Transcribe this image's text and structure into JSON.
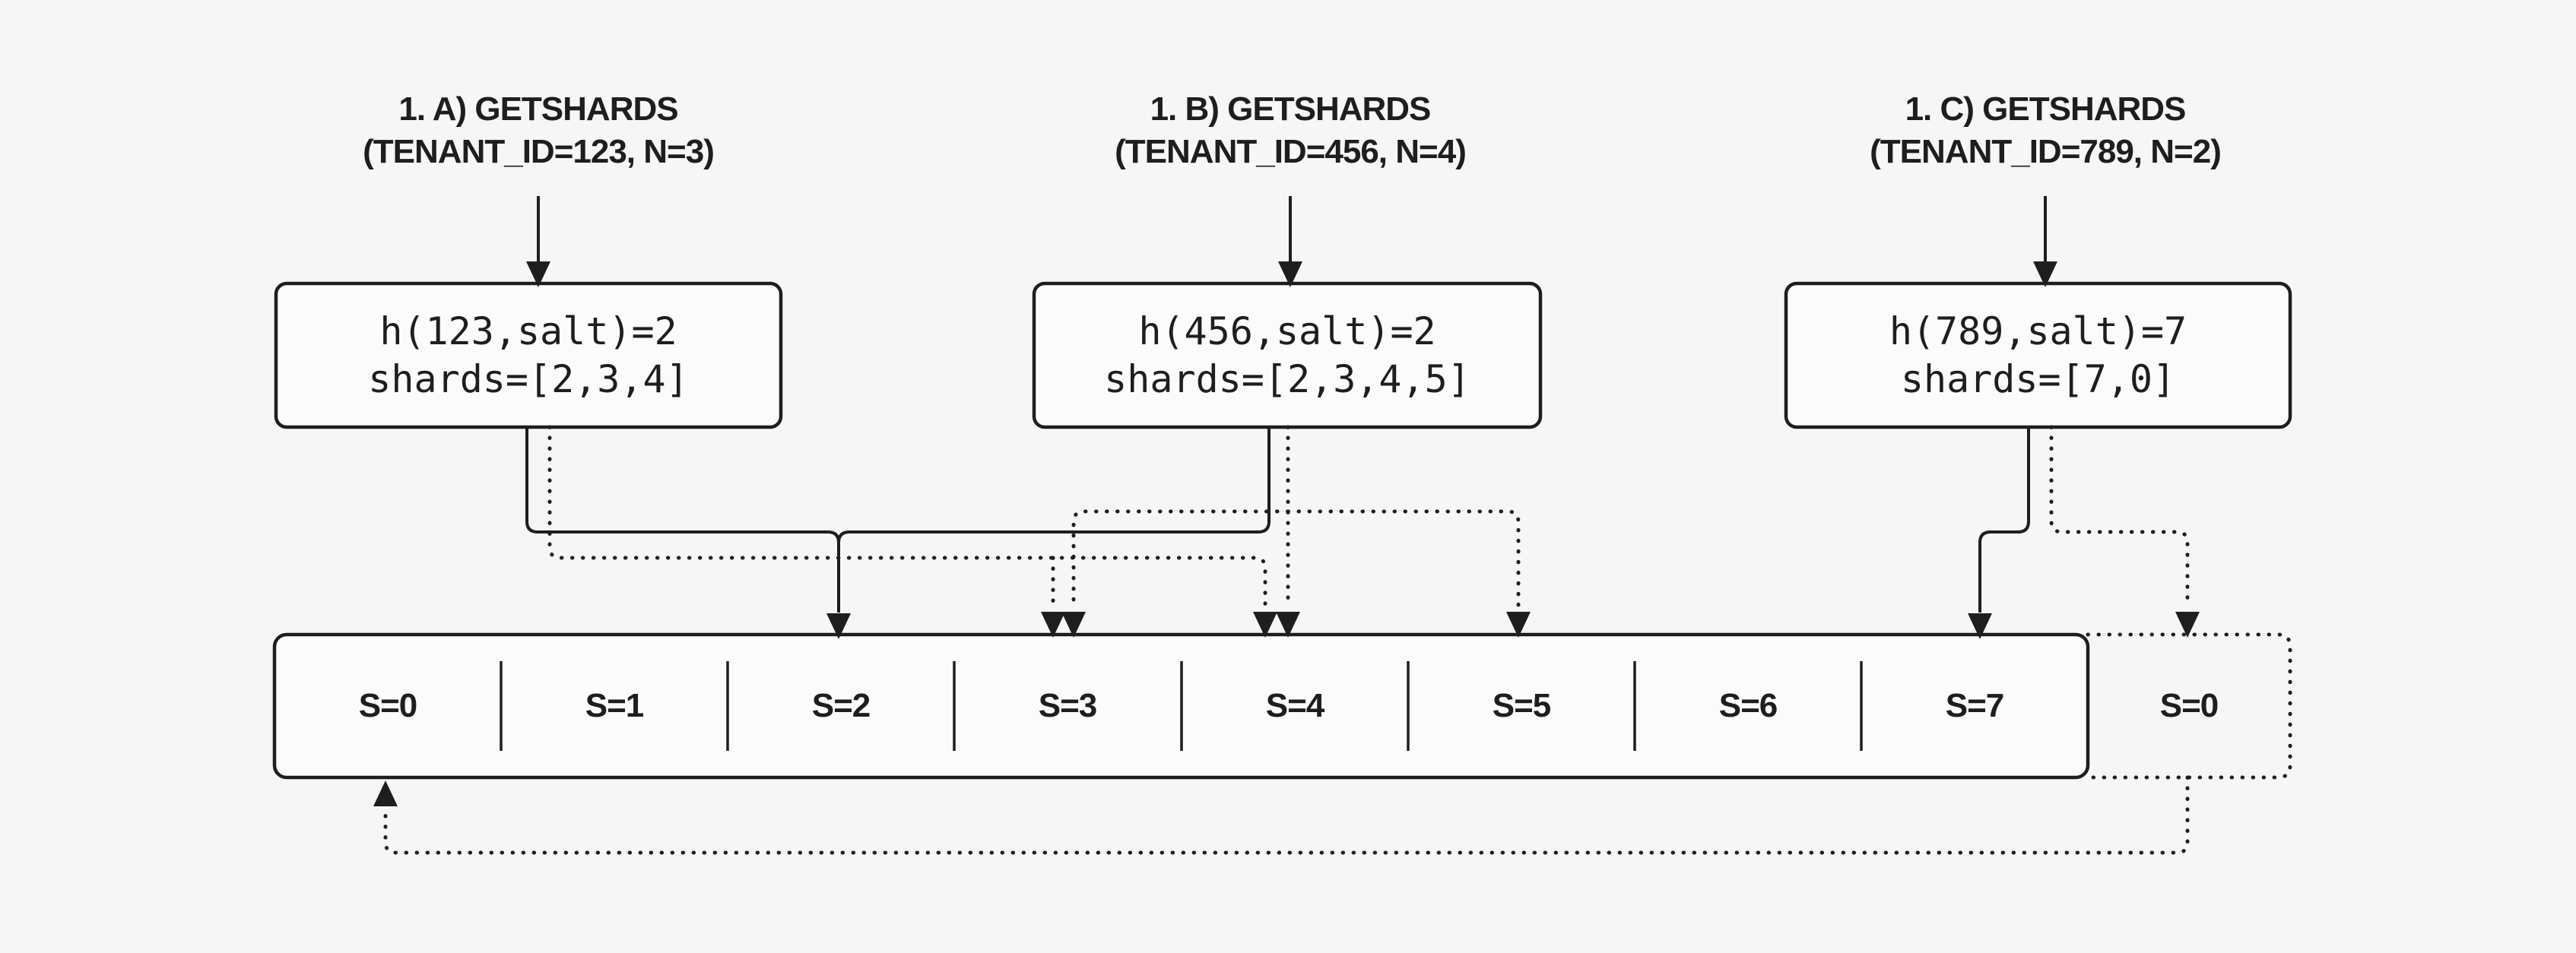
{
  "diagram": {
    "calls": [
      {
        "label": [
          "1. A) GETSHARDS",
          "(TENANT_ID=123, N=3)"
        ],
        "hash": "h(123,salt)=2",
        "shards": "shards=[2,3,4]"
      },
      {
        "label": [
          "1. B) GETSHARDS",
          "(TENANT_ID=456, N=4)"
        ],
        "hash": "h(456,salt)=2",
        "shards": "shards=[2,3,4,5]"
      },
      {
        "label": [
          "1. C) GETSHARDS",
          "(TENANT_ID=789, N=2)"
        ],
        "hash": "h(789,salt)=7",
        "shards": "shards=[7,0]"
      }
    ],
    "shard_row": {
      "cells": [
        "S=0",
        "S=1",
        "S=2",
        "S=3",
        "S=4",
        "S=5",
        "S=6",
        "S=7"
      ],
      "wrap_cell": "S=0"
    },
    "colors": {
      "background": "#f6f6f6",
      "stroke": "#1e1e1e",
      "box_fill": "#fbfbfb"
    }
  }
}
